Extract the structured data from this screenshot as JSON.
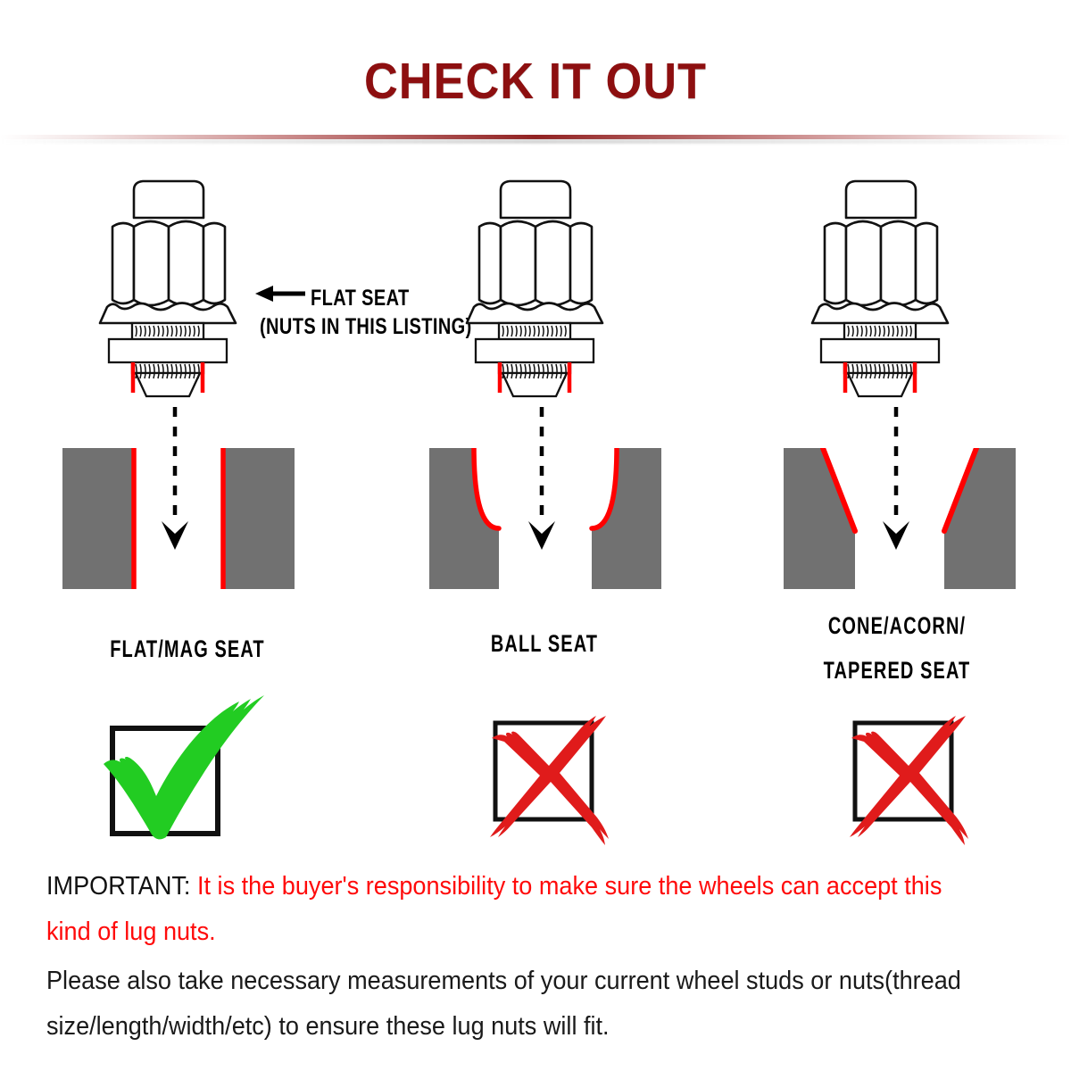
{
  "header": {
    "title": "CHECK IT OUT",
    "title_color": "#8d0f10",
    "divider_color": "#8c1616"
  },
  "callout": {
    "line1": "FLAT SEAT",
    "line2": "(NUTS IN THIS LISTING)",
    "arrow_icon": "left-arrow-icon"
  },
  "colors": {
    "wheel_gray": "#717171",
    "seat_red": "#ff0000",
    "check_green": "#22cc22",
    "cross_red": "#e01b1b",
    "outline_black": "#000000"
  },
  "columns": [
    {
      "id": "flat-mag",
      "nut_label": "flat-seat-lug-nut",
      "caption": "FLAT/MAG SEAT",
      "caption_line2": "",
      "seat_profile": "flat",
      "verdict": "check",
      "verdict_icon": "green-check-icon"
    },
    {
      "id": "ball",
      "nut_label": "ball-seat-lug-nut",
      "caption": "BALL SEAT",
      "caption_line2": "",
      "seat_profile": "ball",
      "verdict": "cross",
      "verdict_icon": "red-cross-icon"
    },
    {
      "id": "cone-acorn",
      "nut_label": "cone-seat-lug-nut",
      "caption": "CONE/ACORN/",
      "caption_line2": "TAPERED SEAT",
      "seat_profile": "tapered",
      "verdict": "cross",
      "verdict_icon": "red-cross-icon"
    }
  ],
  "footer": {
    "important_label": "IMPORTANT:",
    "important_red": " It is the buyer's responsibility to make sure the wheels can accept this kind of lug nuts.",
    "paragraph2": "Please also take necessary measurements of  your current wheel studs or nuts(thread size/length/width/etc) to ensure these lug nuts will fit."
  }
}
